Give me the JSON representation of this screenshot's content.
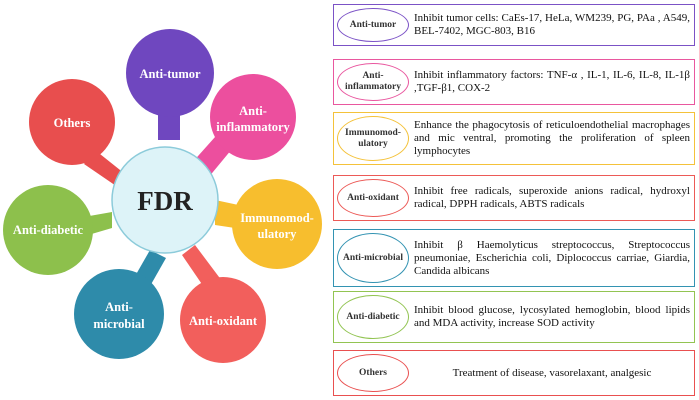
{
  "center": {
    "label": "FDR",
    "color": "#DDF3F8",
    "stroke": "#8CCBDA"
  },
  "petals": [
    {
      "lines": [
        "Anti-tumor"
      ],
      "color": "#6F47BF"
    },
    {
      "lines": [
        "Anti-",
        "inflammatory"
      ],
      "color": "#EC4F9E"
    },
    {
      "lines": [
        "Immunomod-",
        "ulatory"
      ],
      "color": "#F7BE2E"
    },
    {
      "lines": [
        "Anti-oxidant"
      ],
      "color": "#F25F5C"
    },
    {
      "lines": [
        "Anti-",
        "microbial"
      ],
      "color": "#2E8BAA"
    },
    {
      "lines": [
        "Anti-diabetic"
      ],
      "color": "#8DC04C"
    },
    {
      "lines": [
        "Others"
      ],
      "color": "#E84E4E"
    }
  ],
  "rows": [
    {
      "label": "Anti-tumor",
      "text": "Inhibit tumor cells: CaEs-17, HeLa, WM239, PG, PAa , A549, BEL-7402, MGC-803, B16",
      "color": "#7B52C6"
    },
    {
      "label": "Anti-inflammatory",
      "text": "Inhibit inflammatory factors: TNF-α , IL-1, IL-6, IL-8, IL-1β ,TGF-β1, COX-2",
      "color": "#E9579F"
    },
    {
      "label": "Immunomod-ulatory",
      "text": "Enhance the phagocytosis of reticuloendothelial macrophages and mic ventral, promoting the proliferation of spleen lymphocytes",
      "color": "#F4C23A"
    },
    {
      "label": "Anti-oxidant",
      "text": "Inhibit free radicals, superoxide anions radical, hydroxyl radical, DPPH radicals, ABTS radicals",
      "color": "#EC5A57"
    },
    {
      "label": "Anti-microbial",
      "text": "Inhibit β Haemolyticus streptococcus, Streptococcus pneumoniae, Escherichia coli, Diplococcus carriae, Giardia, Candida albicans",
      "color": "#3393B2"
    },
    {
      "label": "Anti-diabetic",
      "text": "Inhibit blood glucose, lycosylated hemoglobin, blood lipids and MDA activity, increase SOD activity",
      "color": "#92C452"
    },
    {
      "label": "Others",
      "text": "Treatment of disease, vasorelaxant, analgesic",
      "color": "#E95050"
    }
  ]
}
